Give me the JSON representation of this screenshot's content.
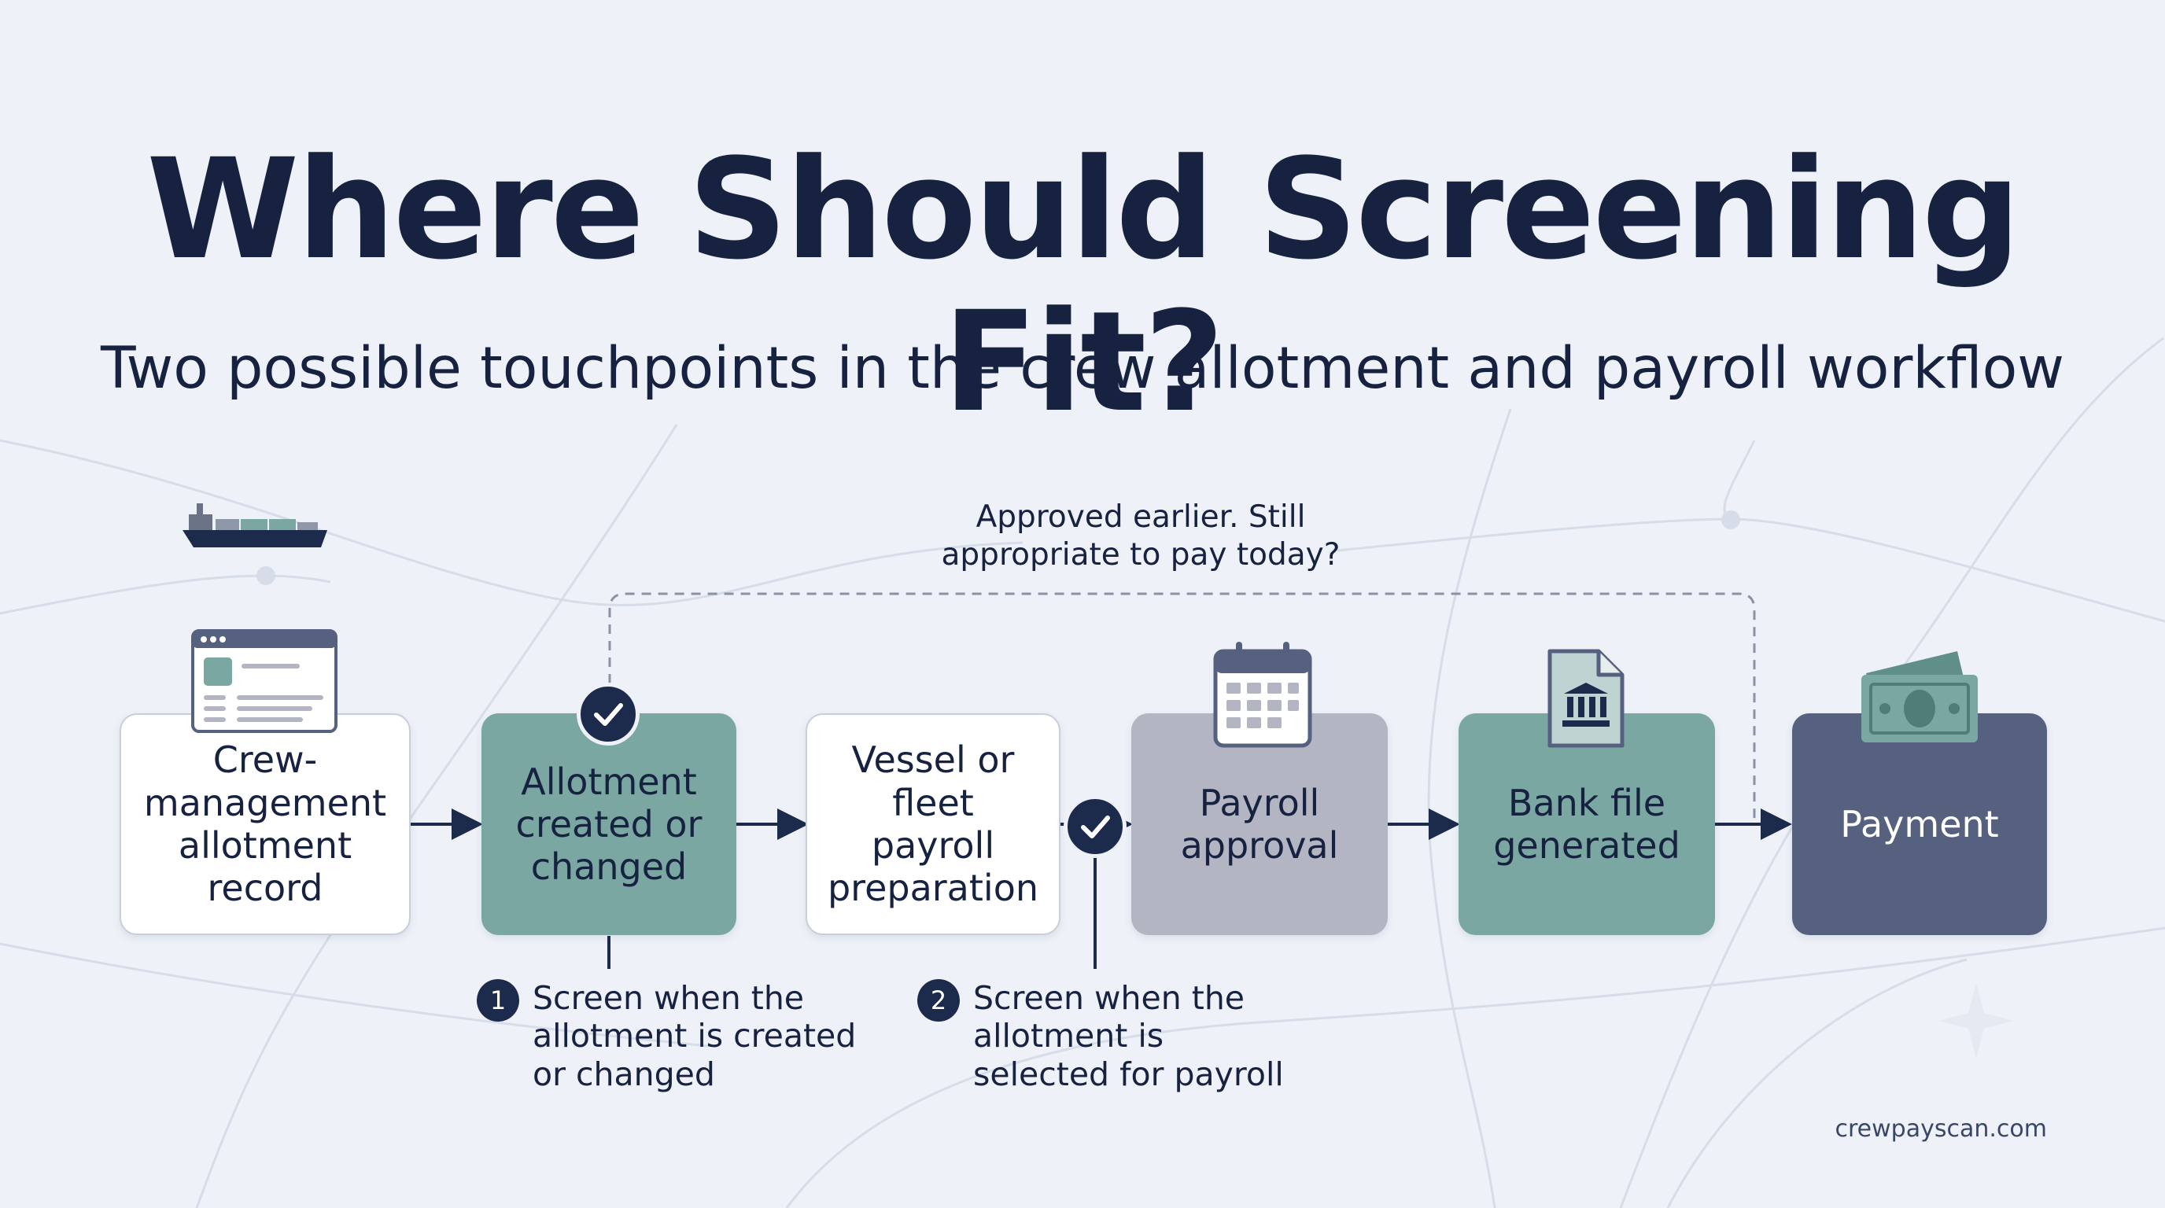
{
  "title": "Where Should Screening Fit?",
  "subtitle": "Two possible touchpoints in the crew allotment and payroll workflow",
  "steps": [
    {
      "label": "Crew-management allotment record",
      "style": "white",
      "icon": "browser-window-icon"
    },
    {
      "label": "Allotment created or changed",
      "style": "teal",
      "icon": "checkmark-badge-icon"
    },
    {
      "label": "Vessel or fleet payroll preparation",
      "style": "white",
      "icon": ""
    },
    {
      "label": "Payroll approval",
      "style": "grey",
      "icon": "calendar-icon"
    },
    {
      "label": "Bank file generated",
      "style": "teal",
      "icon": "bank-document-icon"
    },
    {
      "label": "Payment",
      "style": "navy",
      "icon": "banknote-icon"
    }
  ],
  "loop_question": "Approved earlier. Still appropriate to pay today?",
  "touchpoints": [
    {
      "number": "1",
      "text": "Screen when the allotment is created or changed"
    },
    {
      "number": "2",
      "text": "Screen when the allotment is selected for payroll"
    }
  ],
  "footer": "crewpayscan.com",
  "colors": {
    "background": "#eef2f8",
    "navy": "#1c2a4c",
    "teal": "#7aa7a2",
    "grey": "#b4b5c3",
    "slate": "#56607f",
    "white": "#ffffff"
  }
}
